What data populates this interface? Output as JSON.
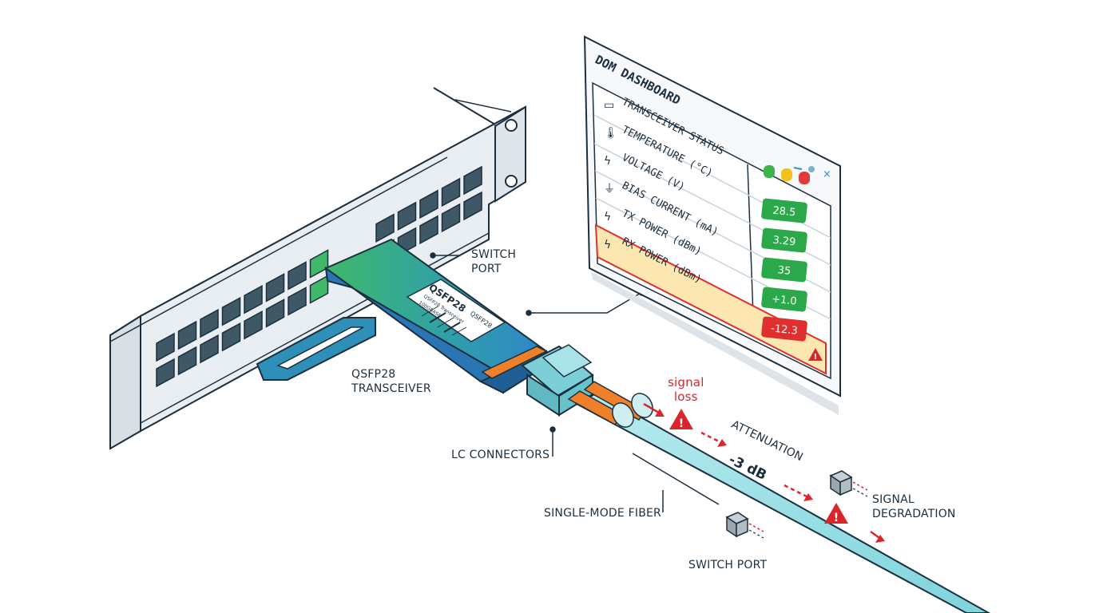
{
  "labels": {
    "switch_port_top": [
      "SWITCH",
      "PORT"
    ],
    "transceiver": [
      "QSFP28",
      "TRANSCEIVER"
    ],
    "lc_connectors": "LC CONNECTORS",
    "single_mode_fiber": "SINGLE-MODE FIBER",
    "switch_port_bottom": "SWITCH PORT",
    "signal_degradation": [
      "SIGNAL",
      "DEGRADATION"
    ],
    "signal_loss": [
      "signal",
      "loss"
    ],
    "attenuation": "ATTENUATION",
    "attenuation_value": "-3 dB"
  },
  "module": {
    "brand": "QSFP28",
    "model": "QSFP28",
    "subline1": "QSFP28 Transceiver",
    "subline2": "100GBASE"
  },
  "dashboard": {
    "title": "DOM DASHBOARD",
    "rows": [
      {
        "label": "TRANSCEIVER STATUS",
        "icon": "transceiver-icon"
      },
      {
        "label": "TEMPERATURE (°C)",
        "icon": "thermometer-icon"
      },
      {
        "label": "VOLTAGE (V)",
        "icon": "bolt-icon"
      },
      {
        "label": "BIAS CURRENT (mA)",
        "icon": "capacitor-icon"
      },
      {
        "label": "TX POWER (dBm)",
        "icon": "bolt-icon"
      },
      {
        "label": "RX POWER (dBm)",
        "icon": "bolt-icon"
      }
    ],
    "values": [
      "28.5",
      "3.29",
      "35",
      "+1.0",
      "-12.3"
    ],
    "status_lights": [
      "#3bb54a",
      "#f2c21b",
      "#e03a3a"
    ],
    "colors": {
      "ok": "#2aa84a",
      "alert": "#e02f2f",
      "alert_row": "#fde7b0",
      "accent": "#2e8fd6"
    }
  },
  "colors": {
    "fiber": "#8fdde4",
    "fiber_core": "#f07f2a",
    "module_green": "#3fb86a",
    "module_blue": "#2f86c9",
    "rack": "#e9eef2",
    "port": "#3f5866",
    "warning": "#d9262c"
  }
}
